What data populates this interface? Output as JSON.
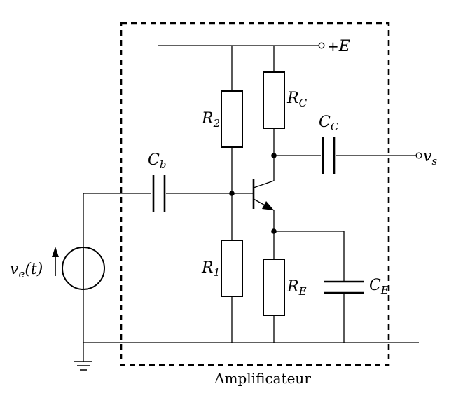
{
  "labels": {
    "supply": {
      "prefix": "+",
      "symbol": "E"
    },
    "output": {
      "symbol": "v",
      "sub": "s"
    },
    "input": {
      "symbol": "v",
      "sub": "e",
      "arg": "(t)"
    },
    "r2": {
      "symbol": "R",
      "sub": "2"
    },
    "rc": {
      "symbol": "R",
      "sub": "C"
    },
    "cc": {
      "symbol": "C",
      "sub": "C"
    },
    "cb": {
      "symbol": "C",
      "sub": "b"
    },
    "r1": {
      "symbol": "R",
      "sub": "1"
    },
    "re": {
      "symbol": "R",
      "sub": "E"
    },
    "ce": {
      "symbol": "C",
      "sub": "E"
    },
    "box": "Amplificateur"
  }
}
